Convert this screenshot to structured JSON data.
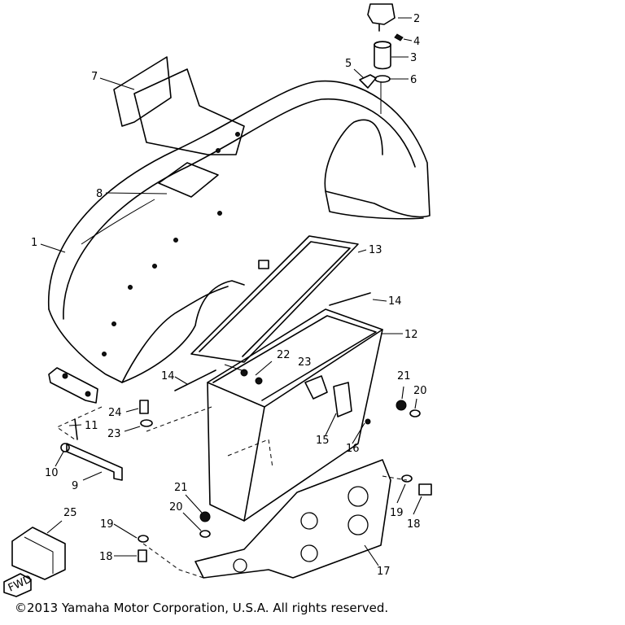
{
  "labels": {
    "p1": "1",
    "p2": "2",
    "p3": "3",
    "p4": "4",
    "p5": "5",
    "p6": "6",
    "p7": "7",
    "p8": "8",
    "p9": "9",
    "p10": "10",
    "p11": "11",
    "p12": "12",
    "p13": "13",
    "p14a": "14",
    "p14b": "14",
    "p15": "15",
    "p16": "16",
    "p17": "17",
    "p18a": "18",
    "p18b": "18",
    "p19a": "19",
    "p19b": "19",
    "p20a": "20",
    "p20b": "20",
    "p21a": "21",
    "p21b": "21",
    "p22": "22",
    "p23a": "23",
    "p23b": "23",
    "p24": "24",
    "p25": "25"
  },
  "fwd_label": "FWD",
  "copyright": "©2013 Yamaha Motor Corporation, U.S.A. All rights reserved."
}
